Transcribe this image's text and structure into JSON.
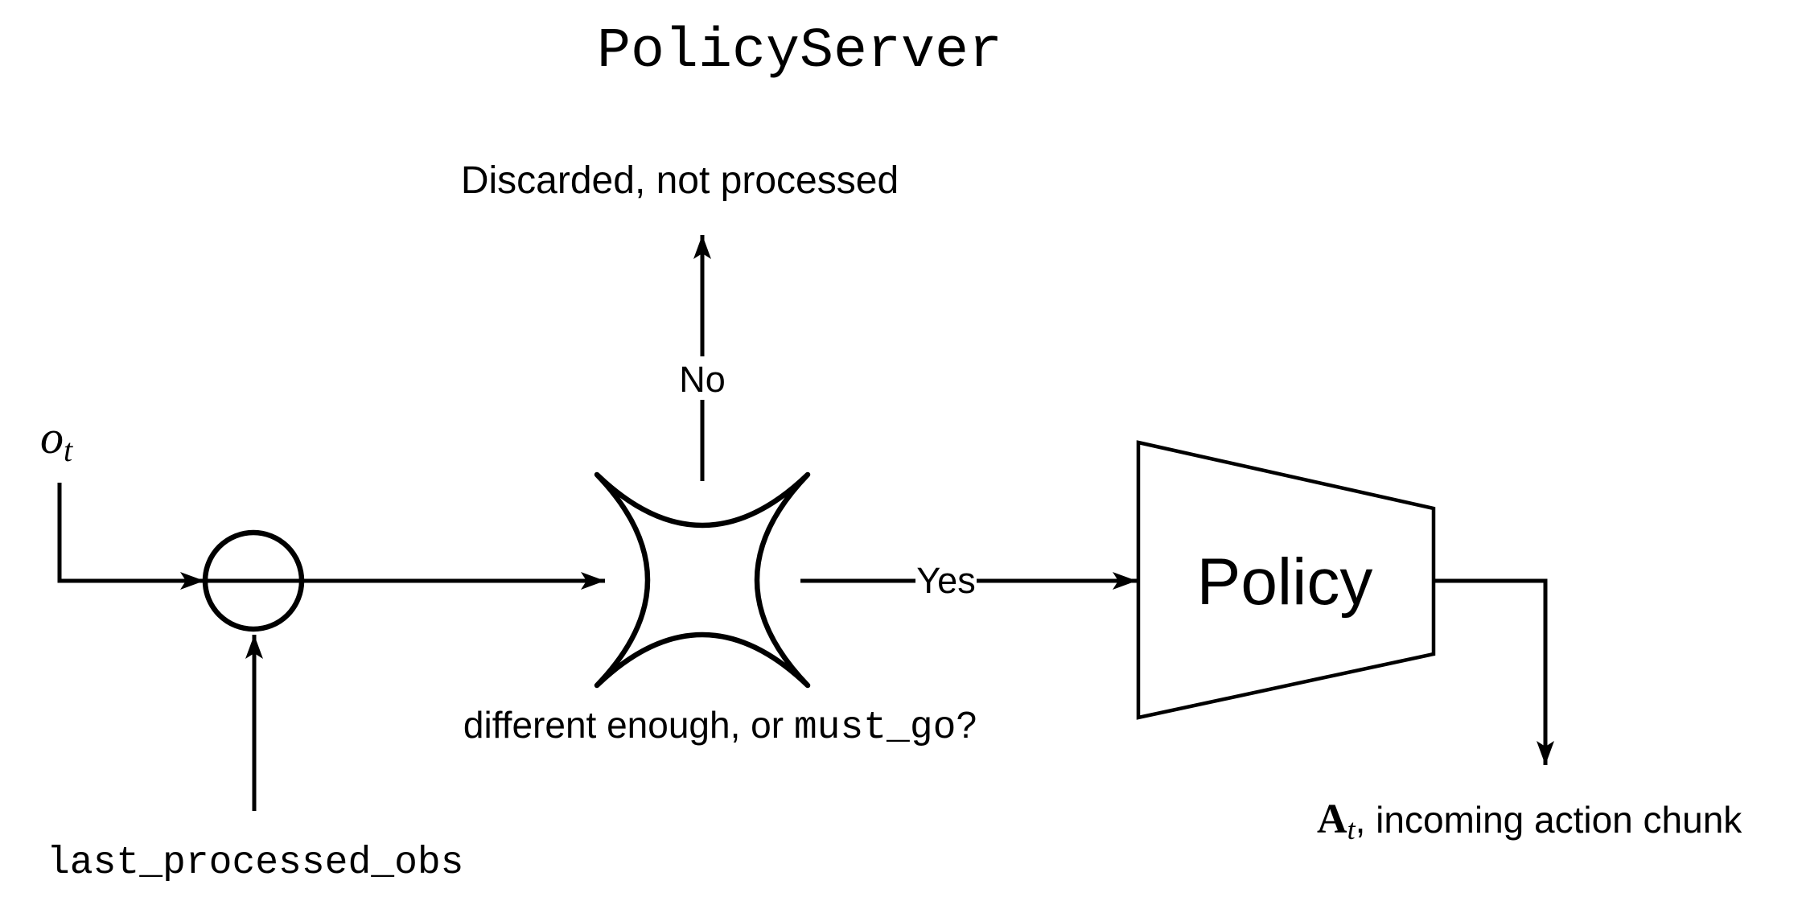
{
  "title": "PolicyServer",
  "labels": {
    "discarded": "Discarded, not processed",
    "no": "No",
    "yes": "Yes",
    "observation": "o",
    "observation_sub": "t",
    "last_processed": "last_processed_obs",
    "condition_prefix": "different enough, or ",
    "condition_code": "must_go",
    "condition_suffix": "?",
    "policy": "Policy",
    "action_bold": "A",
    "action_sub": "t",
    "action_rest": ", incoming action chunk"
  },
  "colors": {
    "ink": "#000000",
    "background": "#ffffff"
  }
}
